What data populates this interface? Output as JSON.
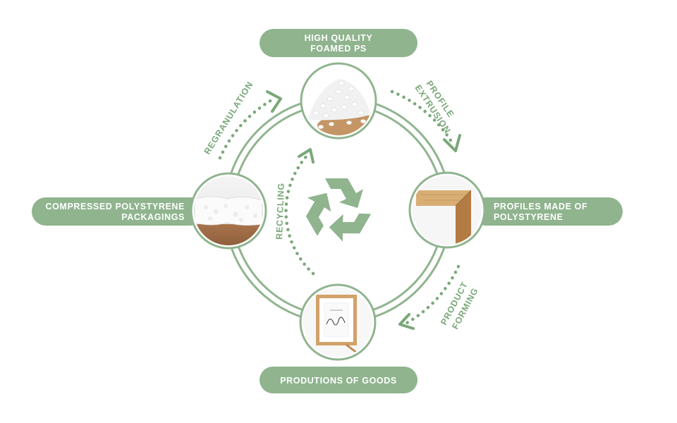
{
  "colors": {
    "accent": "#8fb48e",
    "accent_dark": "#7aa879",
    "ring": "#8fb48e",
    "circle_border": "#8fb48e",
    "pill_text": "#ffffff"
  },
  "stages": {
    "top": {
      "label_line1": "HIGH QUALITY",
      "label_line2": "FOAMED PS",
      "image": "white-ps-beads"
    },
    "right": {
      "label_line1": "PROFILES MADE OF",
      "label_line2": "POLYSTYRENE",
      "image": "wooden-frame-corner"
    },
    "bottom": {
      "label_line1": "PRODUTIONS OF GOODS",
      "image": "picture-frame-art"
    },
    "left": {
      "label_line1": "COMPRESSED POLYSTYRENE",
      "label_line2": "PACKAGINGS",
      "image": "compressed-foam-block"
    }
  },
  "processes": {
    "regranulation": "REGRANULATION",
    "profile_extrusion_line1": "PROFILE",
    "profile_extrusion_line2": "EXTRUSION",
    "product_forming_line1": "PRODUCT",
    "product_forming_line2": "FORMING",
    "recycling": "RECYCLING"
  },
  "center_icon": "recycle-icon"
}
